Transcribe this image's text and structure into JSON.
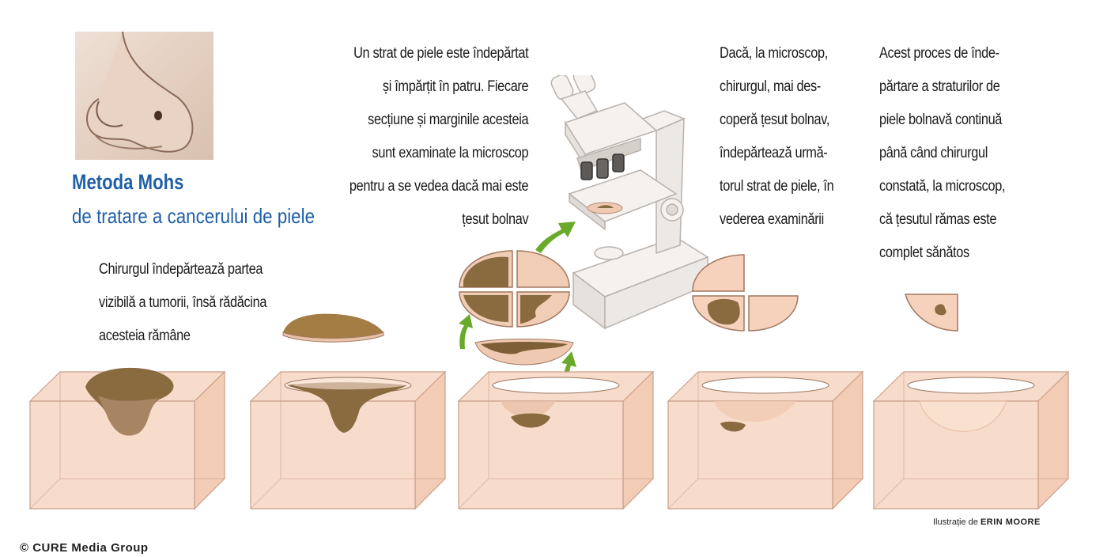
{
  "title": {
    "line1": "Metoda Mohs",
    "line2": "de tratare a cancerului de piele"
  },
  "steps": [
    {
      "lines": [
        "Chirurgul îndepărtează partea",
        "vizibilă a tumorii, însă rădăcina",
        "acesteia rămâne"
      ]
    },
    {
      "lines": [
        "Un strat de piele este îndepărtat",
        "și împărțit în patru. Fiecare",
        "secțiune și marginile acesteia",
        "sunt examinate la microscop",
        "pentru a se vedea dacă mai este",
        "țesut bolnav"
      ]
    },
    {
      "lines": [
        "Dacă, la microscop,",
        "chirurgul, mai des-",
        "coperă țesut bolnav,",
        "îndepărtează urmă-",
        "torul strat de piele, în",
        "vederea examinării"
      ]
    },
    {
      "lines": [
        "Acest proces de înde-",
        "părtare a straturilor de",
        "piele bolnavă continuă",
        "până când chirurgul",
        "constată, la microscop,",
        "că țesutul rămas este",
        "complet sănătos"
      ]
    }
  ],
  "credit": {
    "prefix": "Ilustrație de",
    "name": "ERIN MOORE"
  },
  "copyright": "© CURE Media Group",
  "colors": {
    "title": "#1f5fa8",
    "skin": "#f6d2bd",
    "tissue": "#8a6a3f",
    "arrow": "#6aaa2a"
  },
  "icons": [
    "nose-illustration",
    "skin-block",
    "tissue-layer",
    "microscope",
    "arrow-up"
  ]
}
